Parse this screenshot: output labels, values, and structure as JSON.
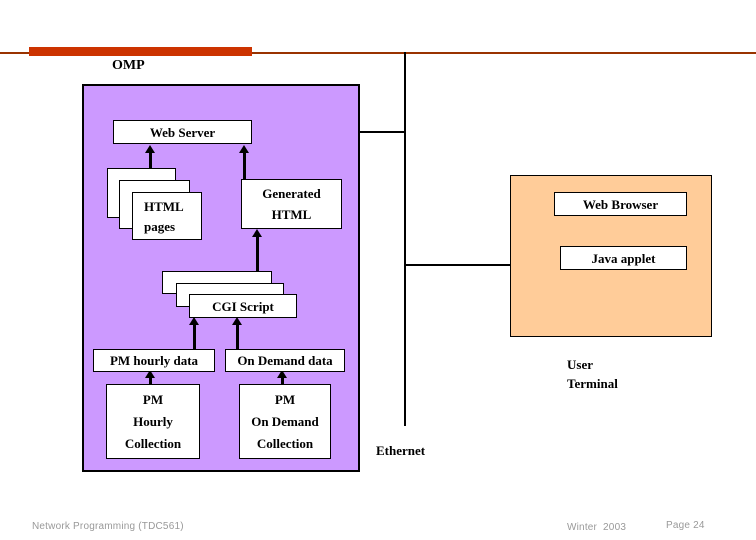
{
  "slide": {
    "title": "OMP",
    "footer": {
      "course": "Network Programming (TDC561)",
      "term": "Winter  2003",
      "page": "Page 24"
    },
    "colors": {
      "purple_panel": "#CC99FF",
      "orange_panel": "#FFCC99",
      "accent_bar": "#CC3300",
      "accent_line": "#993300",
      "footer_text": "#999999"
    }
  },
  "server_group": {
    "web_server": "Web Server",
    "html_pages": {
      "line1": "HTML",
      "line2": "pages"
    },
    "generated_html": {
      "line1": "Generated",
      "line2": "HTML"
    },
    "cgi_script": "CGI Script",
    "pm_hourly_data": "PM hourly data",
    "on_demand_data": "On Demand data",
    "pm_hourly_collection": {
      "line1": "PM",
      "line2": "Hourly",
      "line3": "Collection"
    },
    "pm_on_demand_collection": {
      "line1": "PM",
      "line2": "On Demand",
      "line3": "Collection"
    }
  },
  "client_group": {
    "web_browser": "Web Browser",
    "java_applet": "Java applet",
    "user_terminal": {
      "line1": "User",
      "line2": "Terminal"
    }
  },
  "network": {
    "ethernet_label": "Ethernet"
  }
}
